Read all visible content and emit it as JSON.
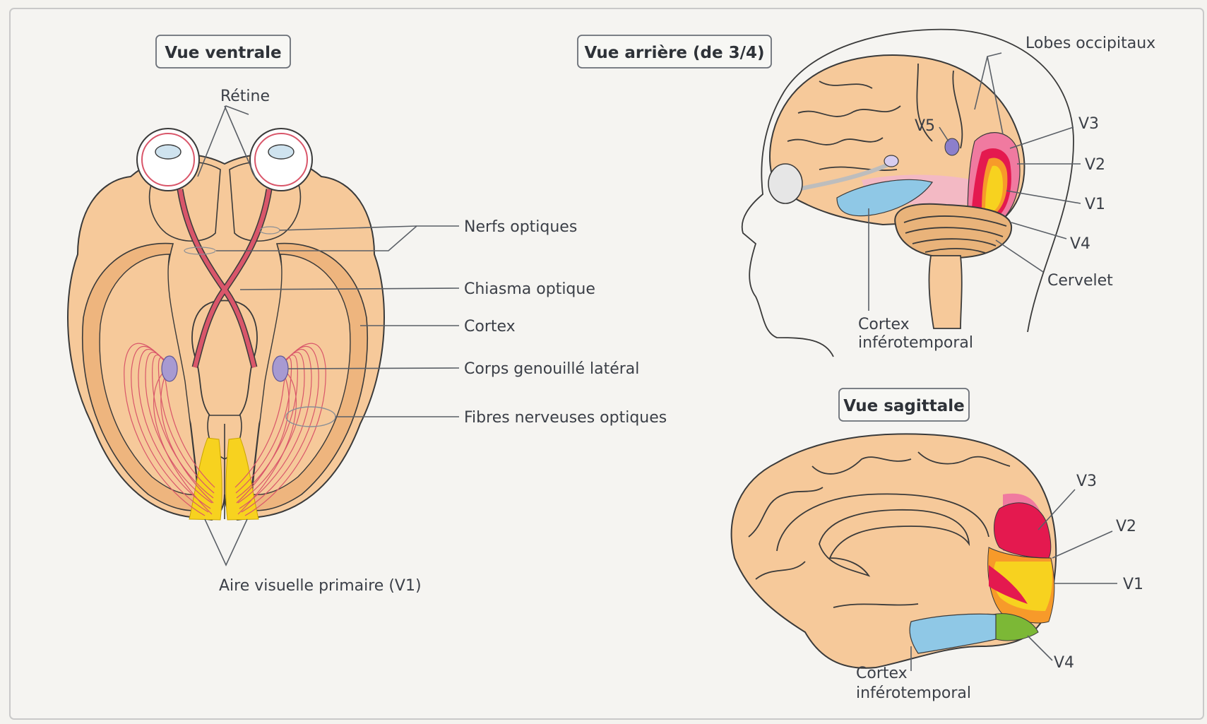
{
  "titles": {
    "ventral": "Vue ventrale",
    "rear": "Vue arrière (de 3/4)",
    "sagittal": "Vue sagittale"
  },
  "ventral_labels": {
    "retina": "Rétine",
    "optic_nerves": "Nerfs optiques",
    "optic_chiasm": "Chiasma optique",
    "cortex": "Cortex",
    "lgn": "Corps genouillé latéral",
    "optic_fibers": "Fibres nerveuses optiques",
    "v1_area": "Aire visuelle primaire (V1)"
  },
  "rear_labels": {
    "occipital_lobes": "Lobes occipitaux",
    "v5": "V5",
    "v3": "V3",
    "v2": "V2",
    "v1": "V1",
    "v4": "V4",
    "cerebellum": "Cervelet",
    "it_line1": "Cortex",
    "it_line2": "inférotemporal"
  },
  "sagittal_labels": {
    "v3": "V3",
    "v2": "V2",
    "v1": "V1",
    "v4": "V4",
    "it_line1": "Cortex",
    "it_line2": "inférotemporal"
  },
  "colors": {
    "brain": "#f6c99a",
    "brain_dark": "#eeb57e",
    "v1": "#f7d21f",
    "v2": "#f79a2a",
    "v3": "#e4194f",
    "v3_light": "#f07aa0",
    "v4": "#7cb836",
    "v5": "#8c7fcb",
    "it": "#8fc8e6",
    "optic": "#d9566a",
    "lgn": "#a79ad1"
  }
}
